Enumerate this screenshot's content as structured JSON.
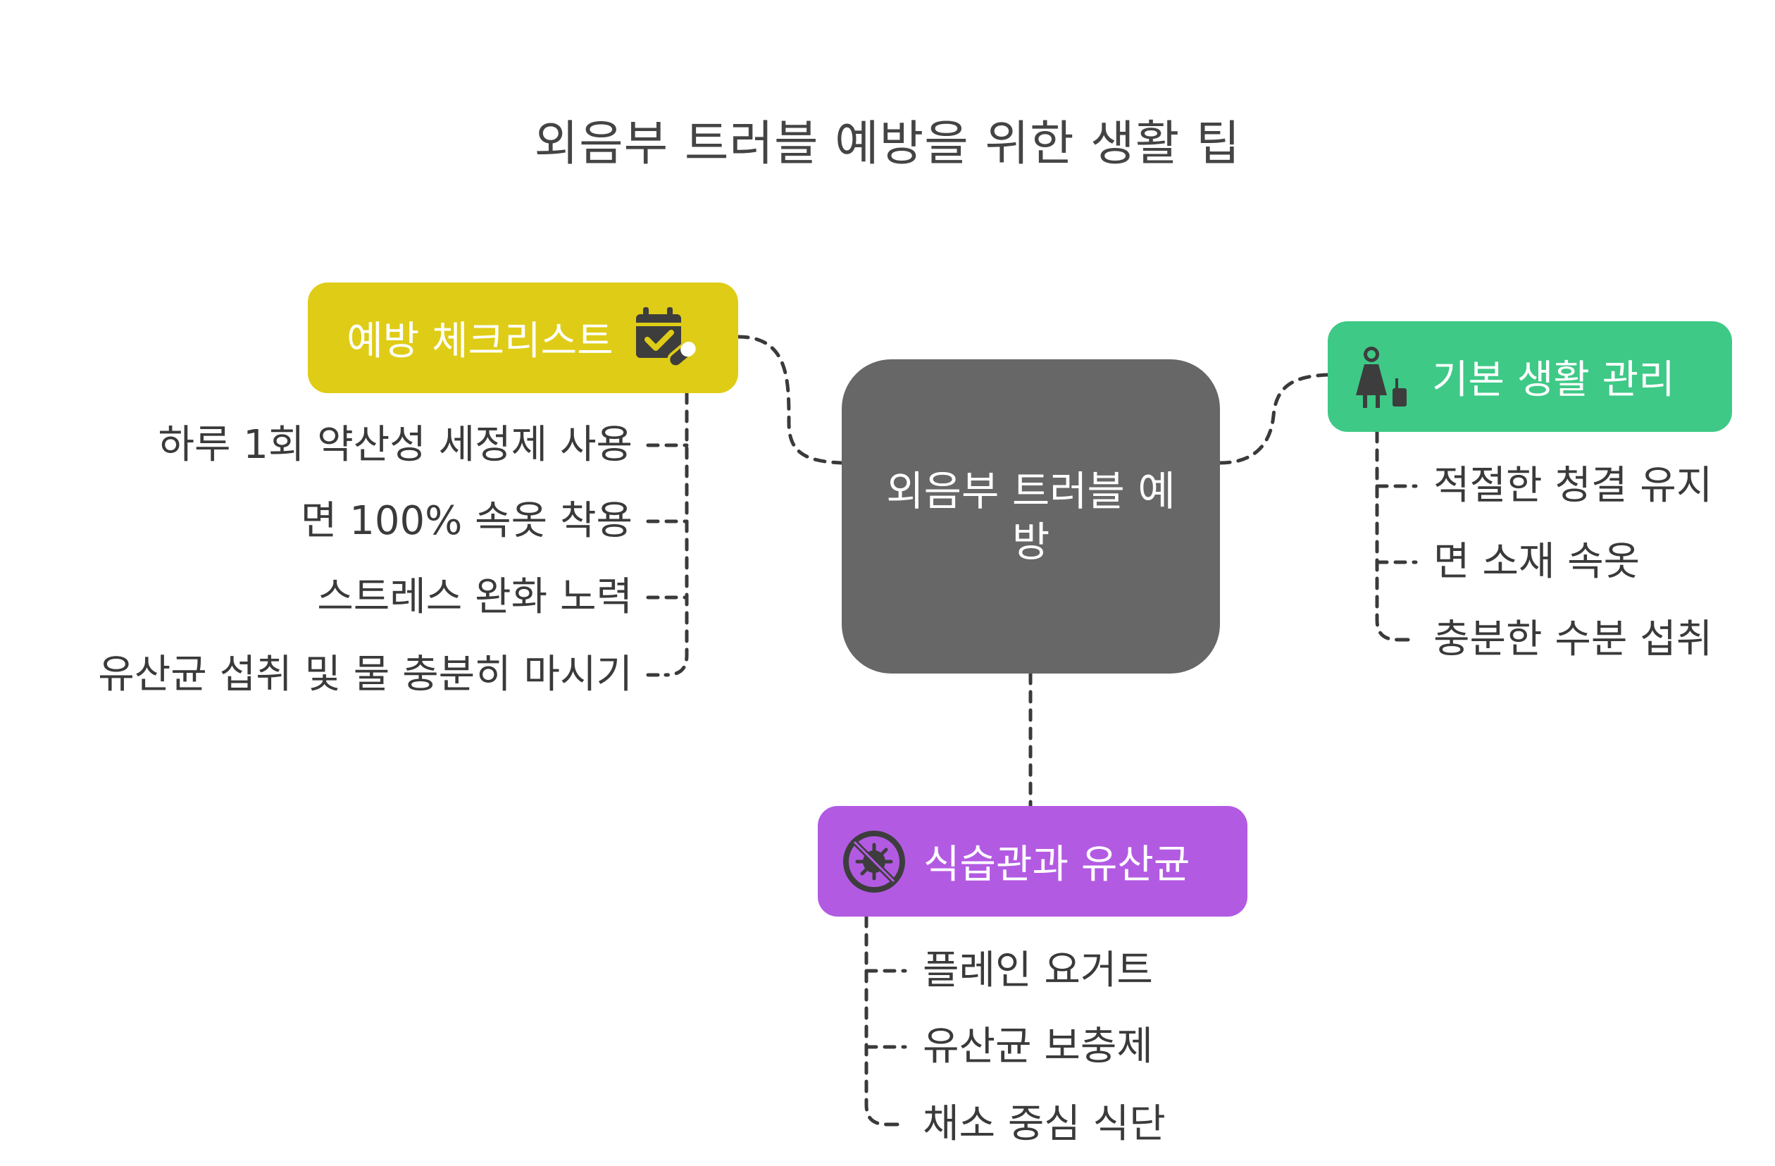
{
  "title": "외음부 트러블 예방을 위한 생활 팁",
  "center": {
    "label": "외음부 트러블 예방"
  },
  "branches": {
    "checklist": {
      "label": "예방 체크리스트",
      "icon": "calendar-check-pill-icon",
      "color": "#dfcc16",
      "items": [
        "하루 1회 약산성 세정제 사용",
        "면 100% 속옷 착용",
        "스트레스 완화 노력",
        "유산균 섭취 및 물 충분히 마시기"
      ]
    },
    "lifestyle": {
      "label": "기본 생활 관리",
      "icon": "woman-luggage-icon",
      "color": "#3ec986",
      "items": [
        "적절한 청결 유지",
        "면 소재 속옷",
        "충분한 수분 섭취"
      ]
    },
    "diet": {
      "label": "식습관과 유산균",
      "icon": "no-bacteria-icon",
      "color": "#b35ae3",
      "items": [
        "플레인 요거트",
        "유산균 보충제",
        "채소 중심 식단"
      ]
    }
  }
}
